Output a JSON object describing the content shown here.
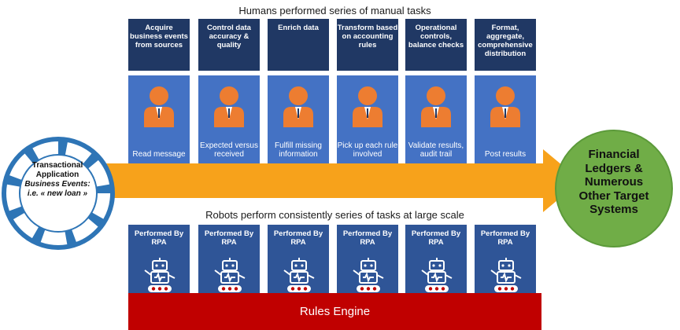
{
  "top_title": "Humans performed series of manual tasks",
  "mid_title": "Robots perform consistently series of tasks at large scale",
  "task_headers": [
    "Acquire business events from sources",
    "Control data accuracy & quality",
    "Enrich data",
    "Transform based on accounting rules",
    "Operational controls, balance checks",
    "Format, aggregate, comprehensive distribution"
  ],
  "human_steps": [
    "Read message",
    "Expected versus received",
    "Fulfill missing information",
    "Pick up each rule involved",
    "Validate results, audit trail",
    "Post results"
  ],
  "robot_steps": [
    "Performed By RPA",
    "Performed By RPA",
    "Performed By RPA",
    "Performed By RPA",
    "Performed By RPA",
    "Performed By RPA"
  ],
  "rules_engine": "Rules Engine",
  "source": {
    "line1": "Transactional",
    "line2": "Application",
    "line3": "Business Events:",
    "line4": "i.e. « new loan »"
  },
  "target": {
    "line1": "Financial",
    "line2": "Ledgers &",
    "line3": "Numerous",
    "line4": "Other Target",
    "line5": "Systems"
  },
  "colors": {
    "task_header": "#203864",
    "human_box": "#4472c4",
    "robot_box": "#2f5597",
    "person": "#ed7d31",
    "arrow": "#f7a21b",
    "rules_engine": "#c00000",
    "target": "#70ad47",
    "source_ring": "#2e75b6"
  },
  "icons": {
    "human": "person-icon",
    "robot": "robot-icon"
  }
}
